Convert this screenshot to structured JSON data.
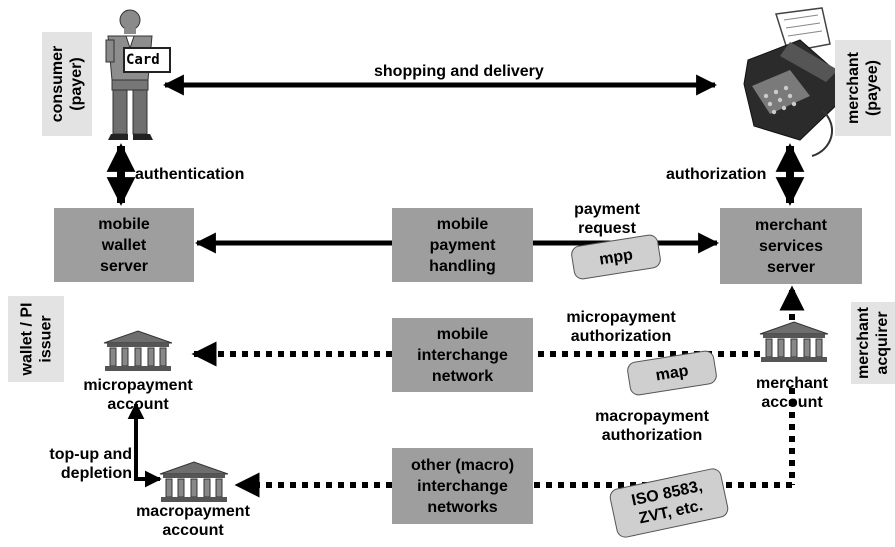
{
  "parties": {
    "consumer": [
      "consumer",
      "(payer)"
    ],
    "merchant": [
      "merchant",
      "(payee)"
    ],
    "wallet_issuer": [
      "wallet / PI",
      "issuer"
    ],
    "merchant_acquirer": [
      "merchant",
      "acquirer"
    ]
  },
  "card_label": "Card",
  "boxes": {
    "wallet_server": [
      "mobile",
      "wallet",
      "server"
    ],
    "payment_handling": [
      "mobile",
      "payment",
      "handling"
    ],
    "merchant_services": [
      "merchant",
      "services",
      "server"
    ],
    "interchange": [
      "mobile",
      "interchange",
      "network"
    ],
    "other_interchange": [
      "other (macro)",
      "interchange",
      "networks"
    ]
  },
  "arrows": {
    "shopping": "shopping and delivery",
    "authentication": "authentication",
    "authorization": "authorization",
    "payment_request": [
      "payment",
      "request"
    ],
    "micropayment_auth": [
      "micropayment",
      "authorization"
    ],
    "macropayment_auth": [
      "macropayment",
      "authorization"
    ],
    "topup": [
      "top-up and",
      "depletion"
    ]
  },
  "tags": {
    "mpp": "mpp",
    "map": "map",
    "iso": [
      "ISO 8583,",
      "ZVT, etc."
    ]
  },
  "accounts": {
    "micropayment": [
      "micropayment",
      "account"
    ],
    "macropayment": [
      "macropayment",
      "account"
    ],
    "merchant": [
      "merchant",
      "account"
    ]
  },
  "colors": {
    "box_fill": "#9e9e9e",
    "side_fill": "#e3e3e3",
    "tag_fill": "#cfcfcf",
    "line": "#000000"
  }
}
